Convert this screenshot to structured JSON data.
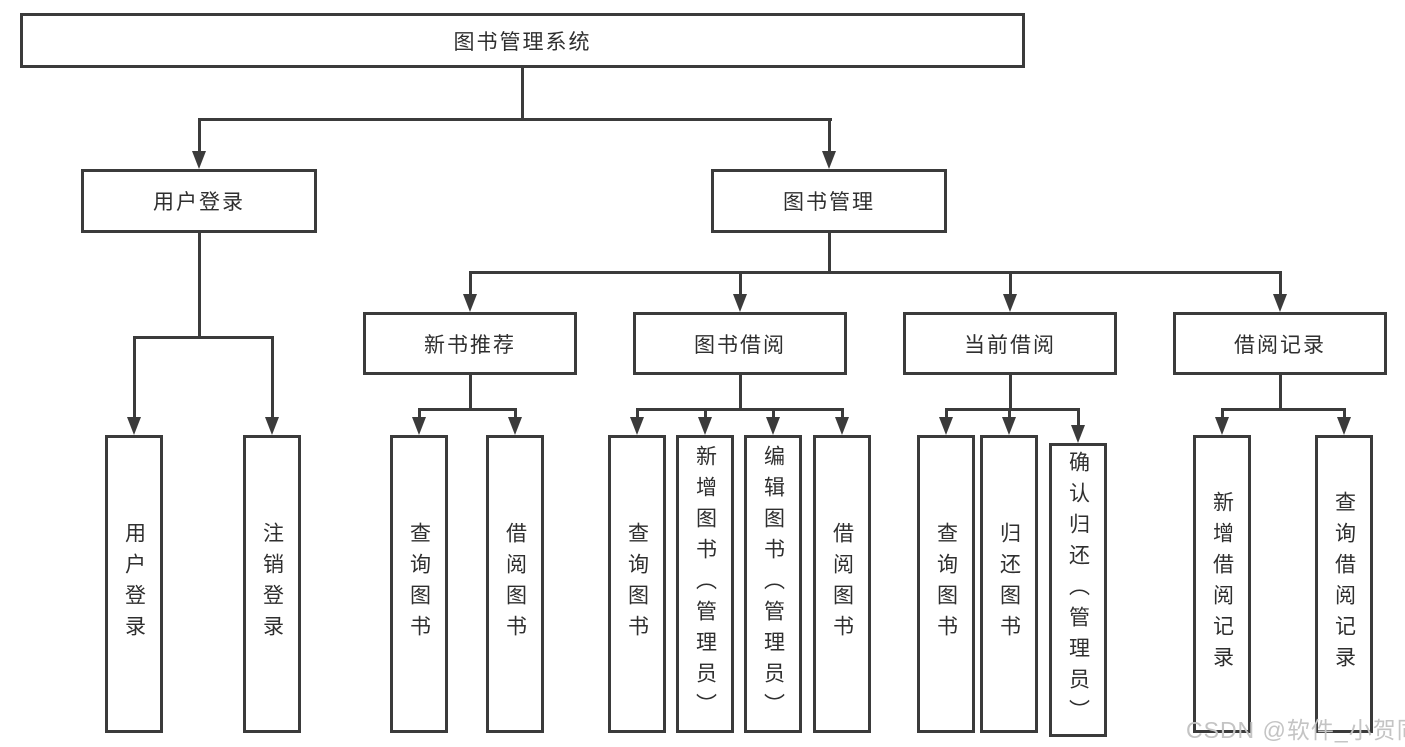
{
  "colors": {
    "line": "#3b3b3b",
    "text": "#2f2f2f",
    "watermark": "#c4c4c4",
    "background": "#ffffff"
  },
  "tree": {
    "root": {
      "label": "图书管理系统"
    },
    "branches": [
      {
        "label": "用户登录",
        "children": [
          {
            "label": "用户登录"
          },
          {
            "label": "注销登录"
          }
        ]
      },
      {
        "label": "图书管理",
        "children": [
          {
            "label": "新书推荐",
            "children": [
              {
                "label": "查询图书"
              },
              {
                "label": "借阅图书"
              }
            ]
          },
          {
            "label": "图书借阅",
            "children": [
              {
                "label": "查询图书"
              },
              {
                "label": "新增图书（管理员）"
              },
              {
                "label": "编辑图书（管理员）"
              },
              {
                "label": "借阅图书"
              }
            ]
          },
          {
            "label": "当前借阅",
            "children": [
              {
                "label": "查询图书"
              },
              {
                "label": "归还图书"
              },
              {
                "label": "确认归还（管理员）"
              }
            ]
          },
          {
            "label": "借阅记录",
            "children": [
              {
                "label": "新增借阅记录"
              },
              {
                "label": "查询借阅记录"
              }
            ]
          }
        ]
      }
    ]
  },
  "watermark": {
    "text": "CSDN @软件_小贺同学"
  }
}
